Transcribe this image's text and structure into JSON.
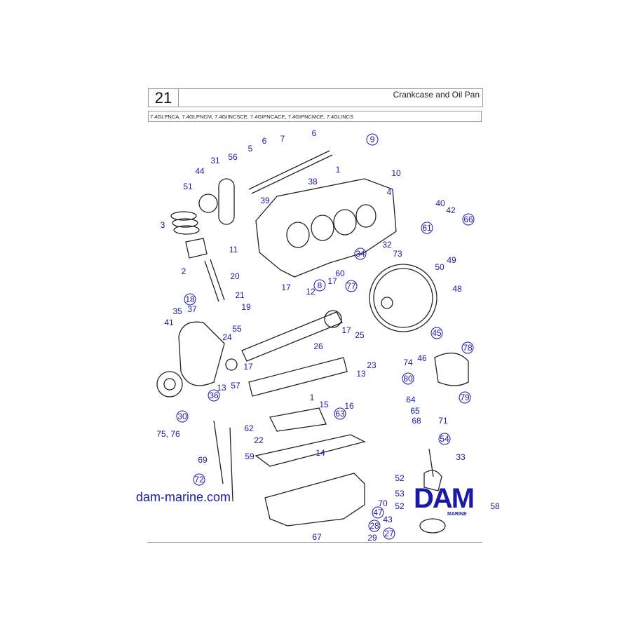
{
  "header": {
    "page_number": "21",
    "title": "Crankcase and Oil Pan",
    "models": "7.4GLPNCA, 7.4GLPNCM, 7.4GIINCSCE, 7.4GIPNCACE, 7.4GIPNCMCE, 7.4GLINCS"
  },
  "footer": {
    "website": "dam-marine.com",
    "logo_text": "DAM",
    "logo_subtext": "MARINE"
  },
  "colors": {
    "label": "#1a1aa8",
    "line": "#222222"
  },
  "callouts": [
    {
      "n": "1",
      "c": false
    },
    {
      "n": "10",
      "c": false
    },
    {
      "n": "4",
      "c": false
    },
    {
      "n": "9",
      "c": true
    },
    {
      "n": "6",
      "c": false
    },
    {
      "n": "7",
      "c": false
    },
    {
      "n": "6",
      "c": false
    },
    {
      "n": "5",
      "c": false
    },
    {
      "n": "56",
      "c": false
    },
    {
      "n": "31",
      "c": false
    },
    {
      "n": "44",
      "c": false
    },
    {
      "n": "38",
      "c": false
    },
    {
      "n": "39",
      "c": false
    },
    {
      "n": "51",
      "c": false
    },
    {
      "n": "3",
      "c": false
    },
    {
      "n": "2",
      "c": false
    },
    {
      "n": "20",
      "c": false
    },
    {
      "n": "11",
      "c": false
    },
    {
      "n": "40",
      "c": false
    },
    {
      "n": "42",
      "c": false
    },
    {
      "n": "66",
      "c": true
    },
    {
      "n": "61",
      "c": true
    },
    {
      "n": "32",
      "c": false
    },
    {
      "n": "34",
      "c": true
    },
    {
      "n": "73",
      "c": false
    },
    {
      "n": "49",
      "c": false
    },
    {
      "n": "50",
      "c": false
    },
    {
      "n": "60",
      "c": false
    },
    {
      "n": "77",
      "c": true
    },
    {
      "n": "8",
      "c": true
    },
    {
      "n": "12",
      "c": false
    },
    {
      "n": "17",
      "c": false
    },
    {
      "n": "48",
      "c": false
    },
    {
      "n": "18",
      "c": true
    },
    {
      "n": "21",
      "c": false
    },
    {
      "n": "19",
      "c": false
    },
    {
      "n": "37",
      "c": false
    },
    {
      "n": "35",
      "c": false
    },
    {
      "n": "17",
      "c": false
    },
    {
      "n": "41",
      "c": false
    },
    {
      "n": "55",
      "c": false
    },
    {
      "n": "24",
      "c": false
    },
    {
      "n": "25",
      "c": false
    },
    {
      "n": "17",
      "c": false
    },
    {
      "n": "26",
      "c": false
    },
    {
      "n": "45",
      "c": true
    },
    {
      "n": "74",
      "c": false
    },
    {
      "n": "46",
      "c": false
    },
    {
      "n": "78",
      "c": true
    },
    {
      "n": "23",
      "c": false
    },
    {
      "n": "13",
      "c": false
    },
    {
      "n": "17",
      "c": false
    },
    {
      "n": "57",
      "c": false
    },
    {
      "n": "13",
      "c": false
    },
    {
      "n": "36",
      "c": true
    },
    {
      "n": "80",
      "c": true
    },
    {
      "n": "79",
      "c": true
    },
    {
      "n": "1",
      "c": false
    },
    {
      "n": "15",
      "c": false
    },
    {
      "n": "16",
      "c": false
    },
    {
      "n": "64",
      "c": false
    },
    {
      "n": "65",
      "c": false
    },
    {
      "n": "68",
      "c": false
    },
    {
      "n": "63",
      "c": true
    },
    {
      "n": "30",
      "c": true
    },
    {
      "n": "62",
      "c": false
    },
    {
      "n": "75, 76",
      "c": false
    },
    {
      "n": "71",
      "c": false
    },
    {
      "n": "22",
      "c": false
    },
    {
      "n": "14",
      "c": false
    },
    {
      "n": "54",
      "c": true
    },
    {
      "n": "69",
      "c": false
    },
    {
      "n": "59",
      "c": false
    },
    {
      "n": "33",
      "c": false
    },
    {
      "n": "52",
      "c": false
    },
    {
      "n": "72",
      "c": true
    },
    {
      "n": "53",
      "c": false
    },
    {
      "n": "52",
      "c": false
    },
    {
      "n": "58",
      "c": false
    },
    {
      "n": "70",
      "c": false
    },
    {
      "n": "47",
      "c": true
    },
    {
      "n": "43",
      "c": false
    },
    {
      "n": "28",
      "c": true
    },
    {
      "n": "27",
      "c": true
    },
    {
      "n": "29",
      "c": false
    },
    {
      "n": "67",
      "c": false
    }
  ]
}
